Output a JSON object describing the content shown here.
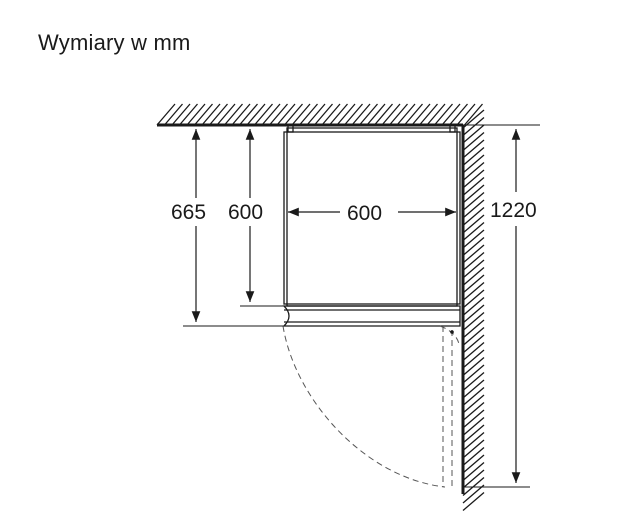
{
  "caption": "Wymiary w mm",
  "dimensions": {
    "depth_with_door": "665",
    "depth_body": "600",
    "width": "600",
    "door_swing_depth": "1220"
  },
  "colors": {
    "line": "#1a1a1a",
    "dashed": "#555555"
  }
}
